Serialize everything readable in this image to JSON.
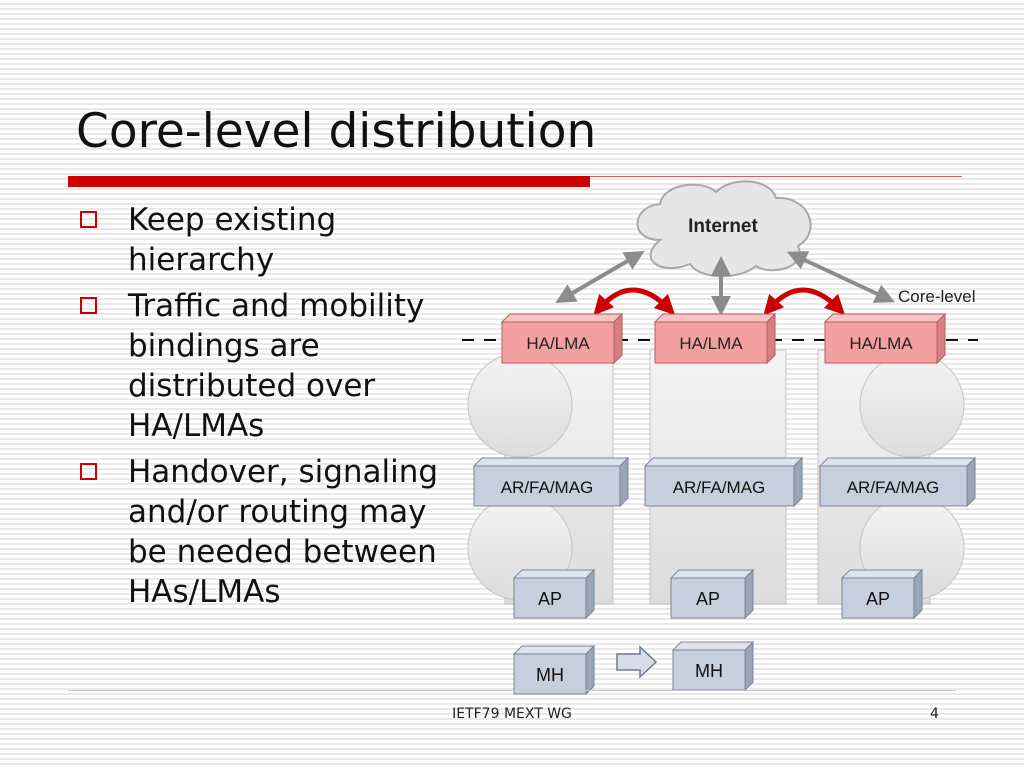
{
  "slide": {
    "title": "Core-level distribution",
    "bullets": [
      "Keep existing hierarchy",
      "Traffic and mobility bindings are distributed over HA/LMAs",
      "Handover, signaling and/or routing may be needed between HAs/LMAs"
    ],
    "footer": "IETF79 MEXT WG",
    "page_number": "4"
  },
  "diagram": {
    "internet_label": "Internet",
    "core_level_label": "Core-level",
    "ha_lma": [
      "HA/LMA",
      "HA/LMA",
      "HA/LMA"
    ],
    "ar_fa_mag": [
      "AR/FA/MAG",
      "AR/FA/MAG",
      "AR/FA/MAG"
    ],
    "ap": [
      "AP",
      "AP",
      "AP"
    ],
    "mh": [
      "MH",
      "MH"
    ]
  },
  "colors": {
    "accent": "#cc0000",
    "ha_box": "#f4a0a0",
    "ar_box": "#c5cfdd",
    "cloud": "#e8e8e8"
  }
}
